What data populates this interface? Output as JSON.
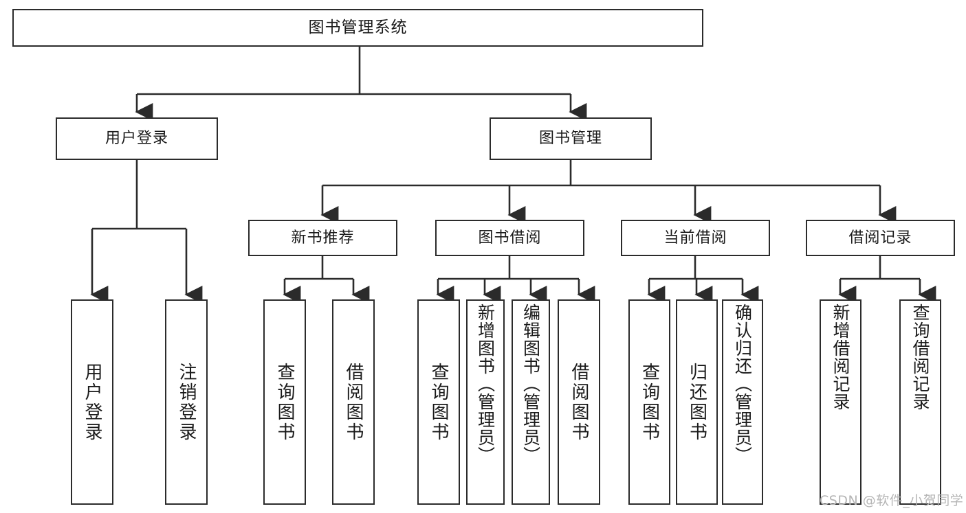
{
  "diagram": {
    "type": "tree-hierarchy",
    "title": "图书管理系统",
    "stroke_color": "#2b2b2b",
    "background_color": "#ffffff",
    "levels": 3,
    "root": {
      "id": "root",
      "label": "图书管理系统",
      "orientation": "horizontal"
    },
    "level1": [
      {
        "id": "user-login",
        "label": "用户登录",
        "orientation": "horizontal"
      },
      {
        "id": "book-manage",
        "label": "图书管理",
        "orientation": "horizontal"
      }
    ],
    "level2": [
      {
        "id": "new-book-recommend",
        "label": "新书推荐",
        "parent": "book-manage",
        "orientation": "horizontal"
      },
      {
        "id": "book-borrow",
        "label": "图书借阅",
        "parent": "book-manage",
        "orientation": "horizontal"
      },
      {
        "id": "current-borrow",
        "label": "当前借阅",
        "parent": "book-manage",
        "orientation": "horizontal"
      },
      {
        "id": "borrow-record",
        "label": "借阅记录",
        "parent": "book-manage",
        "orientation": "horizontal"
      }
    ],
    "leaves": [
      {
        "id": "leaf-user-login",
        "label": "用户登录",
        "parent": "user-login",
        "orientation": "vertical"
      },
      {
        "id": "leaf-user-logout",
        "label": "注销登录",
        "parent": "user-login",
        "orientation": "vertical"
      },
      {
        "id": "leaf-query-book-1",
        "label": "查询图书",
        "parent": "new-book-recommend",
        "orientation": "vertical"
      },
      {
        "id": "leaf-borrow-book-1",
        "label": "借阅图书",
        "parent": "new-book-recommend",
        "orientation": "vertical"
      },
      {
        "id": "leaf-query-book-2",
        "label": "查询图书",
        "parent": "book-borrow",
        "orientation": "vertical"
      },
      {
        "id": "leaf-add-book",
        "label": "新增图书（管理员）",
        "parent": "book-borrow",
        "orientation": "vertical"
      },
      {
        "id": "leaf-edit-book",
        "label": "编辑图书（管理员）",
        "parent": "book-borrow",
        "orientation": "vertical"
      },
      {
        "id": "leaf-borrow-book-2",
        "label": "借阅图书",
        "parent": "book-borrow",
        "orientation": "vertical"
      },
      {
        "id": "leaf-query-book-3",
        "label": "查询图书",
        "parent": "current-borrow",
        "orientation": "vertical"
      },
      {
        "id": "leaf-return-book",
        "label": "归还图书",
        "parent": "current-borrow",
        "orientation": "vertical"
      },
      {
        "id": "leaf-confirm-return",
        "label": "确认归还（管理员）",
        "parent": "current-borrow",
        "orientation": "vertical"
      },
      {
        "id": "leaf-add-record",
        "label": "新增借阅记录",
        "parent": "borrow-record",
        "orientation": "vertical"
      },
      {
        "id": "leaf-query-record",
        "label": "查询借阅记录",
        "parent": "borrow-record",
        "orientation": "vertical"
      }
    ]
  },
  "watermark": {
    "text": "CSDN @软件_小贺同学",
    "color": "#b5b5b5"
  }
}
